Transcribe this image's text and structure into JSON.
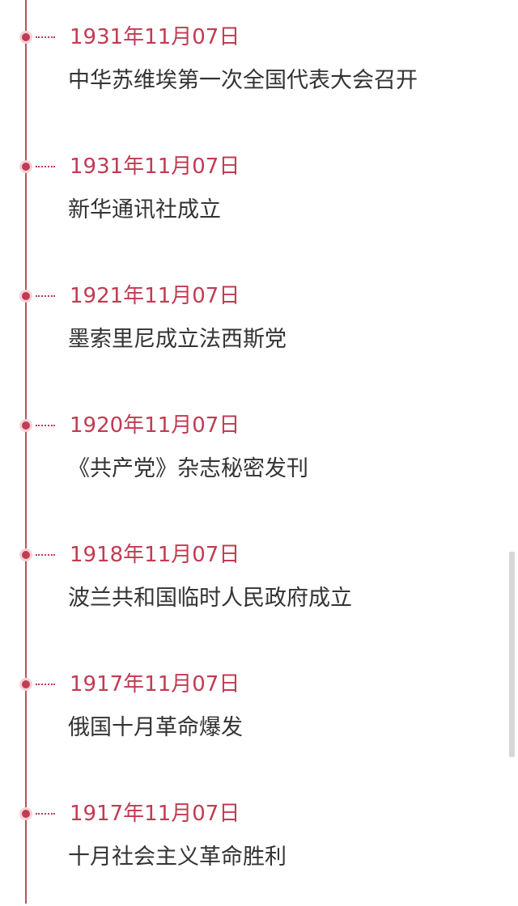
{
  "events": [
    {
      "date": "1931年11月07日",
      "title": "中华苏维埃第一次全国代表大会召开"
    },
    {
      "date": "1931年11月07日",
      "title": "新华通讯社成立"
    },
    {
      "date": "1921年11月07日",
      "title": "墨索里尼成立法西斯党"
    },
    {
      "date": "1920年11月07日",
      "title": "《共产党》杂志秘密发刊"
    },
    {
      "date": "1918年11月07日",
      "title": "波兰共和国临时人民政府成立"
    },
    {
      "date": "1917年11月07日",
      "title": "俄国十月革命爆发"
    },
    {
      "date": "1917年11月07日",
      "title": "十月社会主义革命胜利"
    }
  ],
  "colors": {
    "accent": "#c23b52",
    "line": "#b4555e",
    "text": "#333333"
  }
}
